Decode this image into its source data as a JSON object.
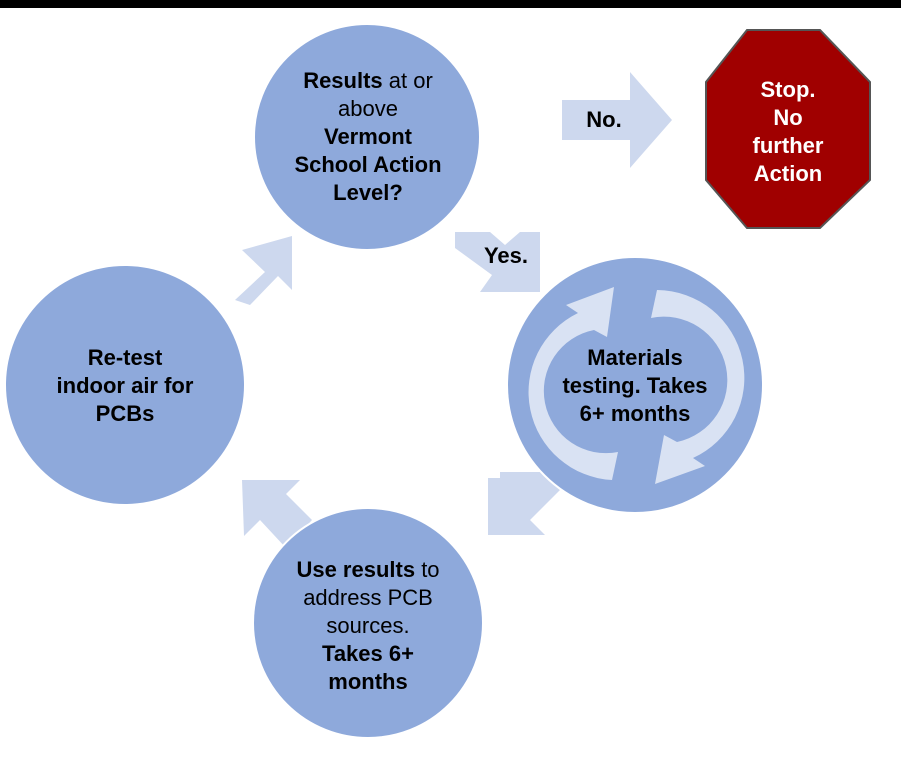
{
  "colors": {
    "circle_fill": "#8EA9DB",
    "circle_stroke": "#ffffff",
    "arrow_fill": "#CDD8EE",
    "stop_fill": "#A00000",
    "stop_stroke": "#555555",
    "cycle_arrow_fill": "#D9E2F3",
    "text": "#000000",
    "stop_text": "#ffffff"
  },
  "nodes": {
    "top": {
      "line1_bold": "Results",
      "line1_normal": " at or",
      "line2": "above",
      "line3": "Vermont",
      "line4": "School Action",
      "line5": "Level?"
    },
    "right": {
      "line1": "Materials",
      "line2": "testing. Takes",
      "line3": "6+ months"
    },
    "bottom": {
      "line1_bold": "Use results",
      "line1_normal": " to",
      "line2": "address PCB",
      "line3": "sources.",
      "line4": "Takes 6+",
      "line5": "months"
    },
    "left": {
      "line1": "Re-test",
      "line2": "indoor air for",
      "line3": "PCBs"
    }
  },
  "stop_sign": {
    "line1": "Stop.",
    "line2": "No",
    "line3": "further",
    "line4": "Action"
  },
  "arrow_labels": {
    "no": "No.",
    "yes": "Yes."
  }
}
